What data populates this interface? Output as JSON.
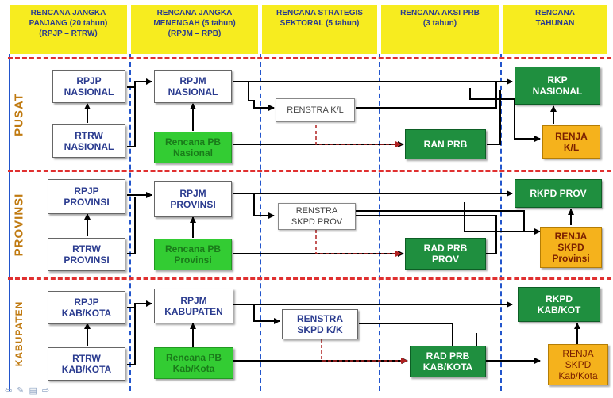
{
  "headers": [
    "RENCANA JANGKA\nPANJANG (20 tahun)\n(RPJP – RTRW)",
    "RENCANA JANGKA\nMENENGAH (5 tahun)\n(RPJM – RPB)",
    "RENCANA STRATEGIS\nSEKTORAL (5 tahun)",
    "RENCANA AKSI PRB\n(3 tahun)",
    "RENCANA\nTAHUNAN"
  ],
  "row_labels": [
    "PUSAT",
    "PROVINSI",
    "KABUPATEN"
  ],
  "pusat": {
    "rpjp": "RPJP\nNASIONAL",
    "rtrw": "RTRW\nNASIONAL",
    "rpjm": "RPJM\nNASIONAL",
    "rencana_pb": "Rencana PB\nNasional",
    "renstra": "RENSTRA K/L",
    "rap": "RAN PRB",
    "rk": "RKP\nNASIONAL",
    "renja": "RENJA\nK/L"
  },
  "provinsi": {
    "rpjp": "RPJP\nPROVINSI",
    "rtrw": "RTRW\nPROVINSI",
    "rpjm": "RPJM\nPROVINSI",
    "rencana_pb": "Rencana PB\nProvinsi",
    "renstra": "RENSTRA\nSKPD PROV",
    "rap": "RAD PRB\nPROV",
    "rk": "RKPD PROV",
    "renja": "RENJA\nSKPD\nProvinsi"
  },
  "kabupaten": {
    "rpjp": "RPJP\nKAB/KOTA",
    "rtrw": "RTRW\nKAB/KOTA",
    "rpjm": "RPJM\nKABUPATEN",
    "rencana_pb": "Rencana PB\nKab/Kota",
    "renstra": "RENSTRA\nSKPD K/K",
    "rap": "RAD PRB\nKAB/KOTA",
    "rk": "RKPD\nKAB/KOT",
    "renja": "RENJA\nSKPD\nKab/Kota"
  },
  "colors": {
    "header": "#f7ec1f",
    "light_green": "#33cc33",
    "dark_green": "#1f8f3f",
    "orange": "#f5b21c",
    "separator": "#e03030",
    "column_line": "#2255cc"
  },
  "icons": [
    "back-arrow-icon",
    "pen-icon",
    "menu-icon",
    "forward-arrow-icon"
  ]
}
